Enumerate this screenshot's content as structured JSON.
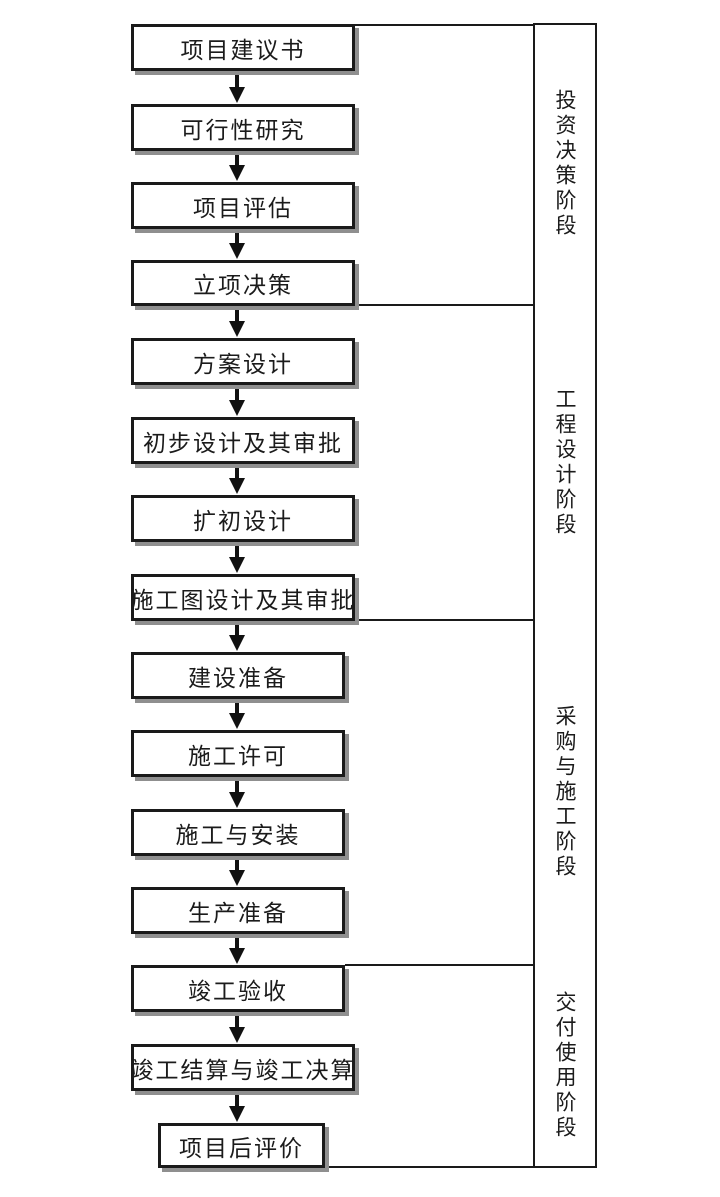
{
  "diagram": {
    "type": "flowchart",
    "direction": "top-to-bottom",
    "language": "zh-CN",
    "steps": [
      {
        "label": "项目建议书"
      },
      {
        "label": "可行性研究"
      },
      {
        "label": "项目评估"
      },
      {
        "label": "立项决策"
      },
      {
        "label": "方案设计"
      },
      {
        "label": "初步设计及其审批"
      },
      {
        "label": "扩初设计"
      },
      {
        "label": "施工图设计及其审批"
      },
      {
        "label": "建设准备"
      },
      {
        "label": "施工许可"
      },
      {
        "label": "施工与安装"
      },
      {
        "label": "生产准备"
      },
      {
        "label": "竣工验收"
      },
      {
        "label": "竣工结算与竣工决算"
      },
      {
        "label": "项目后评价"
      }
    ],
    "phases": [
      {
        "label": "投资决策阶段",
        "steps": [
          "项目建议书",
          "可行性研究",
          "项目评估",
          "立项决策"
        ]
      },
      {
        "label": "工程设计阶段",
        "steps": [
          "方案设计",
          "初步设计及其审批",
          "扩初设计",
          "施工图设计及其审批"
        ]
      },
      {
        "label": "采购与施工阶段",
        "steps": [
          "建设准备",
          "施工许可",
          "施工与安装",
          "生产准备"
        ]
      },
      {
        "label": "交付使用阶段",
        "steps": [
          "竣工验收",
          "竣工结算与竣工决算",
          "项目后评价"
        ]
      }
    ],
    "connector": "down-arrow",
    "colors": {
      "line": "#1a1a1a",
      "arrow": "#111111",
      "shadow": "#8f8f8f",
      "background": "#ffffff",
      "text": "#1b1b1b"
    }
  }
}
